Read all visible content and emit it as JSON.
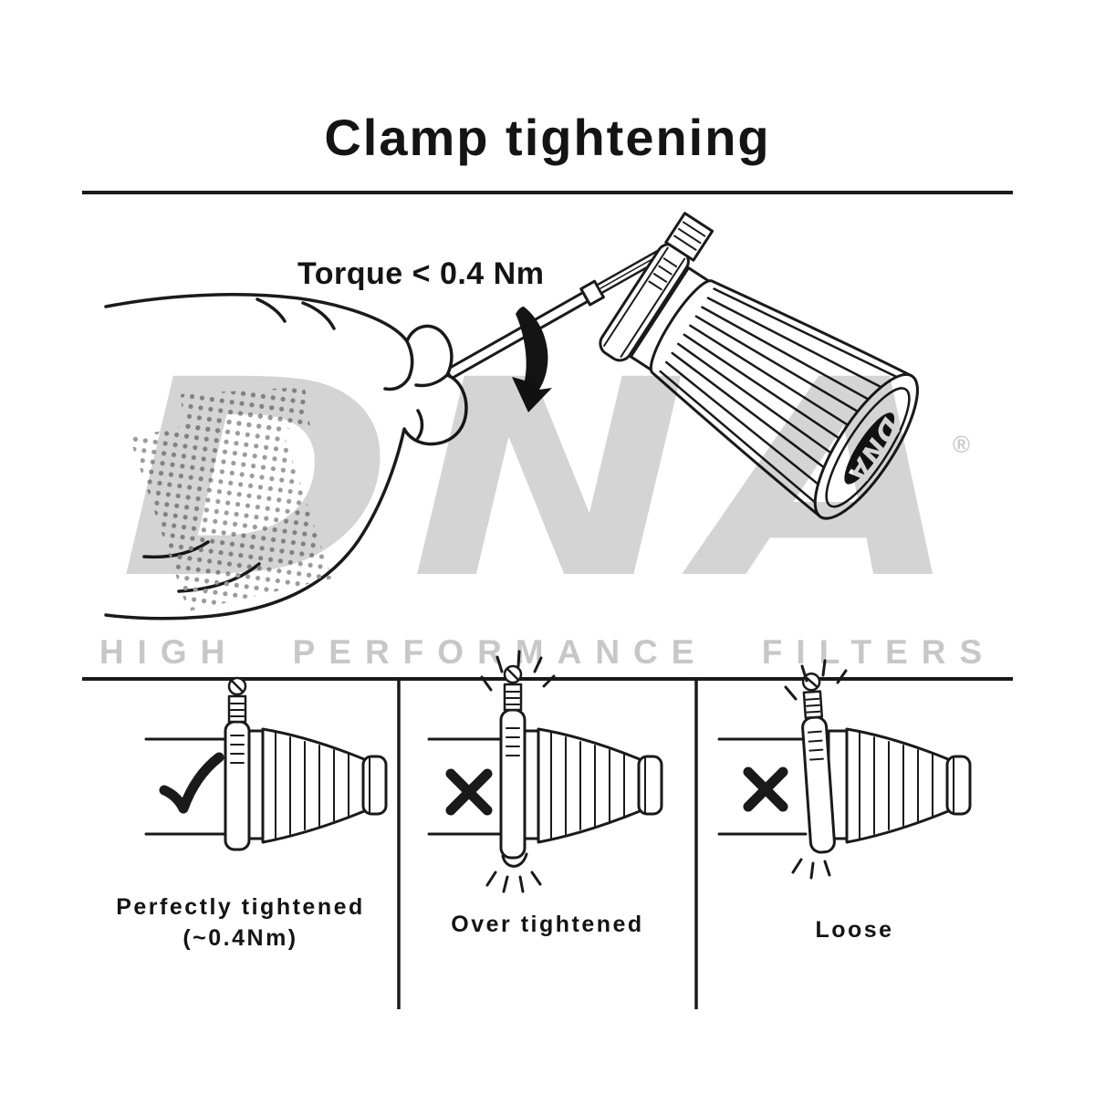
{
  "title": "Clamp tightening",
  "illustration": {
    "torque_label": "Torque < 0.4 Nm",
    "cap_logo": "DNA",
    "subject": "hand tightening hose clamp on cone air filter with screwdriver"
  },
  "watermark": {
    "logo": "DNA",
    "registered": "®",
    "tagline": "HIGH PERFORMANCE FILTERS"
  },
  "panels": [
    {
      "mark": "check",
      "caption_lines": [
        "Perfectly tightened",
        "(~0.4Nm)"
      ]
    },
    {
      "mark": "cross",
      "caption_lines": [
        "Over tightened"
      ]
    },
    {
      "mark": "cross",
      "caption_lines": [
        "Loose"
      ]
    }
  ],
  "colors": {
    "line": "#1a1a1a",
    "background": "#ffffff",
    "watermark_gray": "#d4d4d4",
    "tagline_gray": "#c7c7c7",
    "halftone_gray": "#9b9b9b"
  }
}
